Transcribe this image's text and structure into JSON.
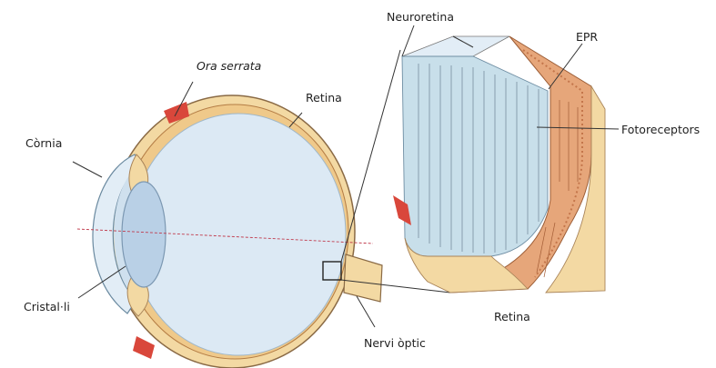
{
  "labels": {
    "cornia": "Còrnia",
    "ora_serrata": "Ora serrata",
    "retina_top": "Retina",
    "cristall": "Cristal·li",
    "neuroretina": "Neuroretina",
    "epr": "EPR",
    "fotoreceptors": "Fotoreceptors",
    "retina_bottom": "Retina",
    "nervi_optic": "Nervi òptic"
  },
  "colors": {
    "sclera": "#f3d9a3",
    "sclera_edge": "#8a6a45",
    "vitreous": "#dce9f4",
    "lens": "#b9d0e6",
    "cornea": "#e2edf6",
    "red_muscle": "#d9473b",
    "axis_line": "#c0394b",
    "epr": "#d9a27f",
    "retina_block": "#c8dfea",
    "choroid": "#e6a67a"
  }
}
